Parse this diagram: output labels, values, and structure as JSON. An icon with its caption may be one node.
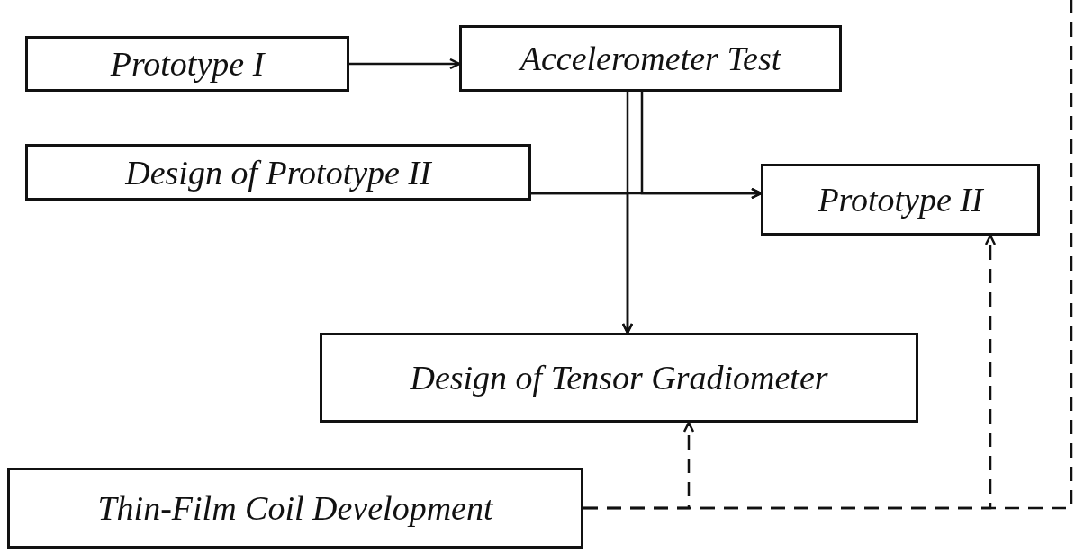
{
  "diagram": {
    "nodes": [
      {
        "text": [
          "Prototype I"
        ]
      },
      {
        "text": [
          "Accelerometer Test"
        ]
      },
      {
        "text": [
          "Design of Prototype II"
        ]
      },
      {
        "text": [
          "Prototype II"
        ]
      },
      {
        "text": [
          "Design of Tensor Gradiometer"
        ]
      },
      {
        "text": [
          "Thin-Film Coil Development"
        ]
      }
    ],
    "edges": [
      {
        "from": 0,
        "to": 1,
        "arrow": "to"
      },
      {
        "from": 1,
        "to": 3,
        "arrow": "to"
      },
      {
        "from": 1,
        "to": 4,
        "arrow": "to"
      },
      {
        "from": 2,
        "to": 3,
        "arrow": "to"
      },
      {
        "from": 2,
        "to": 4,
        "arrow": "to"
      },
      {
        "from": 5,
        "to": 4,
        "arrow": "to",
        "style": "dashed"
      },
      {
        "from": 5,
        "to": 3,
        "arrow": "to",
        "style": "dashed"
      },
      {
        "from": 5,
        "to": null,
        "arrow": "none",
        "style": "dashed"
      }
    ]
  }
}
